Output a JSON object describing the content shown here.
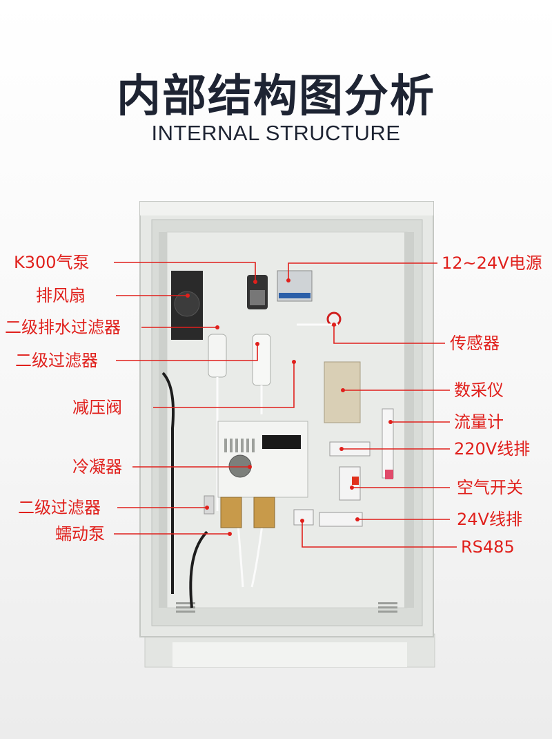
{
  "header": {
    "title": "内部结构图分析",
    "subtitle": "INTERNAL STRUCTURE"
  },
  "labels": {
    "left": [
      "K300气泵",
      "排风扇",
      "二级排水过滤器",
      "二级过滤器",
      "减压阀",
      "冷凝器",
      "二级过滤器",
      "蠕动泵"
    ],
    "right": [
      "12~24V电源",
      "传感器",
      "数采仪",
      "流量计",
      "220V线排",
      "空气开关",
      "24V线排",
      "RS485"
    ]
  },
  "colors": {
    "label_red": "#e0201c",
    "title_dark": "#1e2433",
    "cabinet": "#e7e9e6"
  }
}
